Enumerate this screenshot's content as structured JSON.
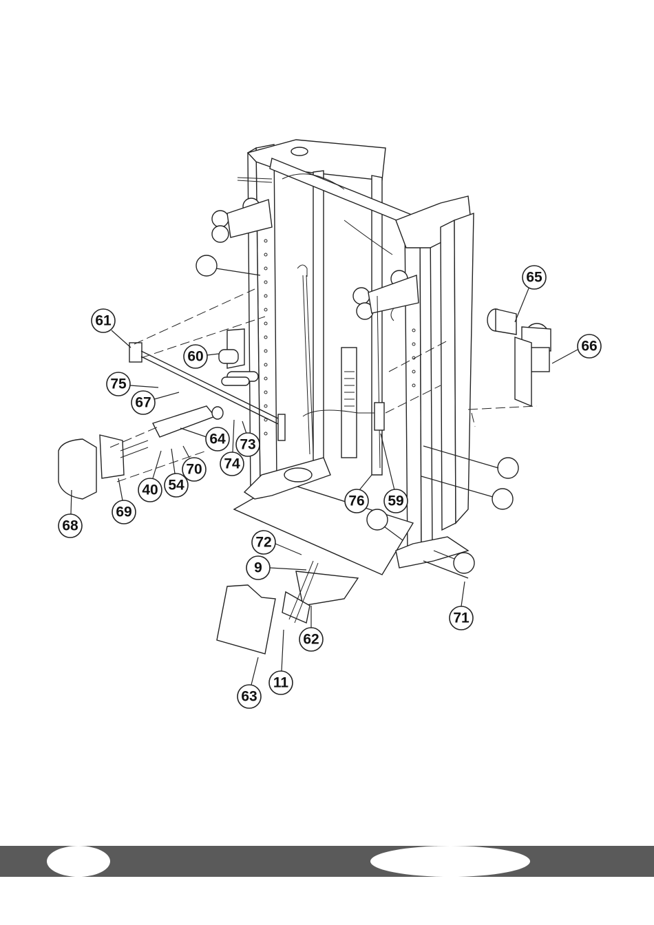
{
  "callouts": [
    {
      "id": "c61",
      "label": "61"
    },
    {
      "id": "c60",
      "label": "60"
    },
    {
      "id": "c75",
      "label": "75"
    },
    {
      "id": "c67",
      "label": "67"
    },
    {
      "id": "c64",
      "label": "64"
    },
    {
      "id": "c73",
      "label": "73"
    },
    {
      "id": "c74",
      "label": "74"
    },
    {
      "id": "c70",
      "label": "70"
    },
    {
      "id": "c54",
      "label": "54"
    },
    {
      "id": "c40",
      "label": "40"
    },
    {
      "id": "c69",
      "label": "69"
    },
    {
      "id": "c68",
      "label": "68"
    },
    {
      "id": "c65",
      "label": "65"
    },
    {
      "id": "c66",
      "label": "66"
    },
    {
      "id": "c76",
      "label": "76"
    },
    {
      "id": "c59",
      "label": "59"
    },
    {
      "id": "c72",
      "label": "72"
    },
    {
      "id": "c9",
      "label": "9"
    },
    {
      "id": "c62",
      "label": "62"
    },
    {
      "id": "c11",
      "label": "11"
    },
    {
      "id": "c63",
      "label": "63"
    },
    {
      "id": "c71",
      "label": "71"
    }
  ],
  "footer": {
    "color": "#5a5a5a"
  }
}
